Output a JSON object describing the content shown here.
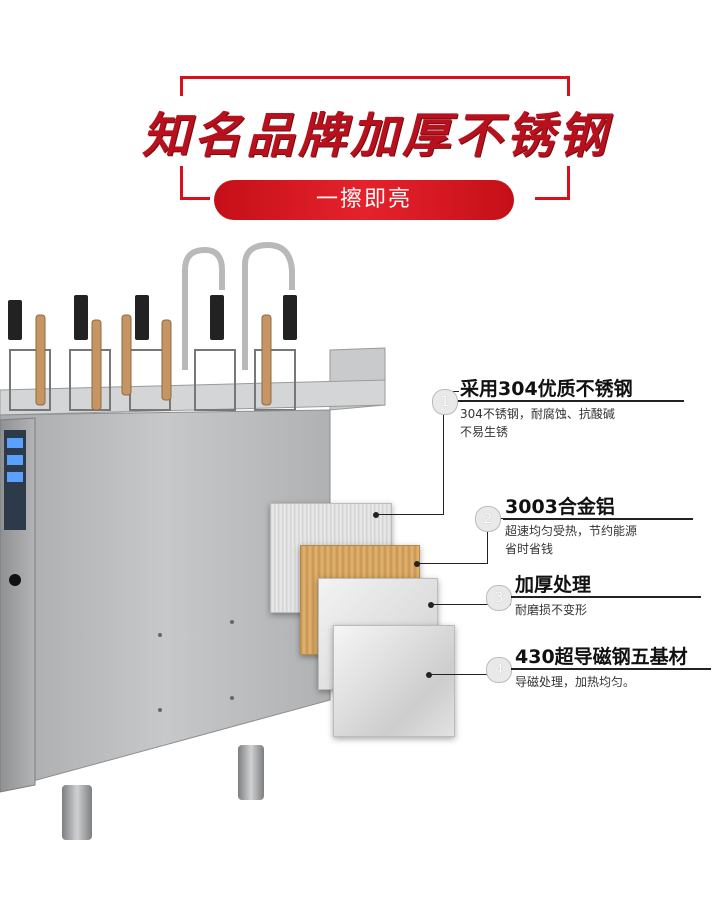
{
  "header": {
    "title": "知名品牌加厚不锈钢",
    "subtitle": "一擦即亮"
  },
  "features": [
    {
      "num": "1",
      "title": "采用304优质不锈钢",
      "desc_line1": "304不锈钢，耐腐蚀、抗酸碱",
      "desc_line2": "不易生锈"
    },
    {
      "num": "2",
      "title": "3003合金铝",
      "desc_line1": "超速均匀受热，节约能源",
      "desc_line2": "省时省钱"
    },
    {
      "num": "3",
      "title": "加厚处理",
      "desc_line1": "耐磨损不变形"
    },
    {
      "num": "4",
      "title": "430超导磁钢五基材",
      "desc_line1": "导磁处理，加热均匀。"
    }
  ],
  "colors": {
    "accent": "#d8101a"
  }
}
